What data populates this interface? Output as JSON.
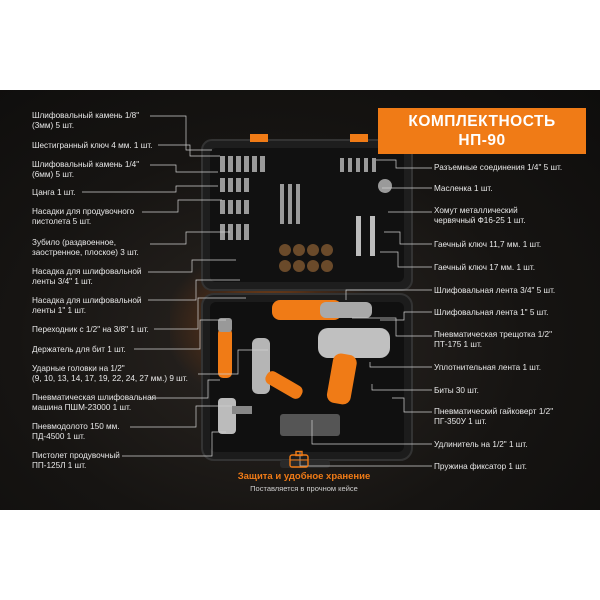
{
  "title": {
    "line1": "КОМПЛЕКТНОСТЬ",
    "line2": "НП-90"
  },
  "colors": {
    "accent": "#f07b16",
    "background": "#161412",
    "text": "#e9e9e9"
  },
  "left_labels": [
    {
      "l1": "Шлифовальный камень 1/8\"",
      "l2": "(3мм) 5 шт."
    },
    {
      "l1": "Шестигранный ключ 4 мм. 1 шт.",
      "l2": ""
    },
    {
      "l1": "Шлифовальный камень 1/4\"",
      "l2": "(6мм) 5 шт."
    },
    {
      "l1": "Цанга 1 шт.",
      "l2": ""
    },
    {
      "l1": "Насадки для продувочного",
      "l2": "пистолета 5 шт."
    },
    {
      "l1": "Зубило (раздвоенное,",
      "l2": "заостренное, плоское) 3 шт."
    },
    {
      "l1": "Насадка для шлифовальной",
      "l2": "ленты 3/4\" 1 шт."
    },
    {
      "l1": "Насадка для шлифовальной",
      "l2": "ленты 1\" 1 шт."
    },
    {
      "l1": "Переходник с 1/2\" на 3/8\" 1 шт.",
      "l2": ""
    },
    {
      "l1": "Держатель для бит 1 шт.",
      "l2": ""
    },
    {
      "l1": "Ударные головки на 1/2\"",
      "l2": "(9, 10, 13, 14, 17, 19, 22, 24, 27 мм.) 9 шт."
    },
    {
      "l1": "Пневматическая шлифовальная",
      "l2": "машина ПШМ-23000 1 шт."
    },
    {
      "l1": "Пневмодолото 150 мм.",
      "l2": "ПД-4500 1 шт."
    },
    {
      "l1": "Пистолет продувочный",
      "l2": "ПП-125Л 1 шт."
    }
  ],
  "right_labels": [
    {
      "l1": "Разъемные соединения 1/4\" 5 шт.",
      "l2": ""
    },
    {
      "l1": "Масленка 1 шт.",
      "l2": ""
    },
    {
      "l1": "Хомут металлический",
      "l2": "червячный Ф16-25 1 шт."
    },
    {
      "l1": "Гаечный ключ 11,7 мм. 1 шт.",
      "l2": ""
    },
    {
      "l1": "Гаечный ключ 17 мм. 1 шт.",
      "l2": ""
    },
    {
      "l1": "Шлифовальная лента 3/4\" 5 шт.",
      "l2": ""
    },
    {
      "l1": "Шлифовальная лента 1\" 5 шт.",
      "l2": ""
    },
    {
      "l1": "Пневматическая трещотка 1/2\"",
      "l2": "ПТ-175 1 шт."
    },
    {
      "l1": "Уплотнительная лента 1 шт.",
      "l2": ""
    },
    {
      "l1": "Биты 30 шт.",
      "l2": ""
    },
    {
      "l1": "Пневматический гайковерт 1/2\"",
      "l2": "ПГ-350У 1 шт."
    },
    {
      "l1": "Удлинитель на 1/2\" 1 шт.",
      "l2": ""
    },
    {
      "l1": "Пружина фиксатор 1 шт.",
      "l2": ""
    }
  ],
  "footer": {
    "title": "Защита и удобное хранение",
    "subtitle": "Поставляется в прочном кейсе"
  }
}
